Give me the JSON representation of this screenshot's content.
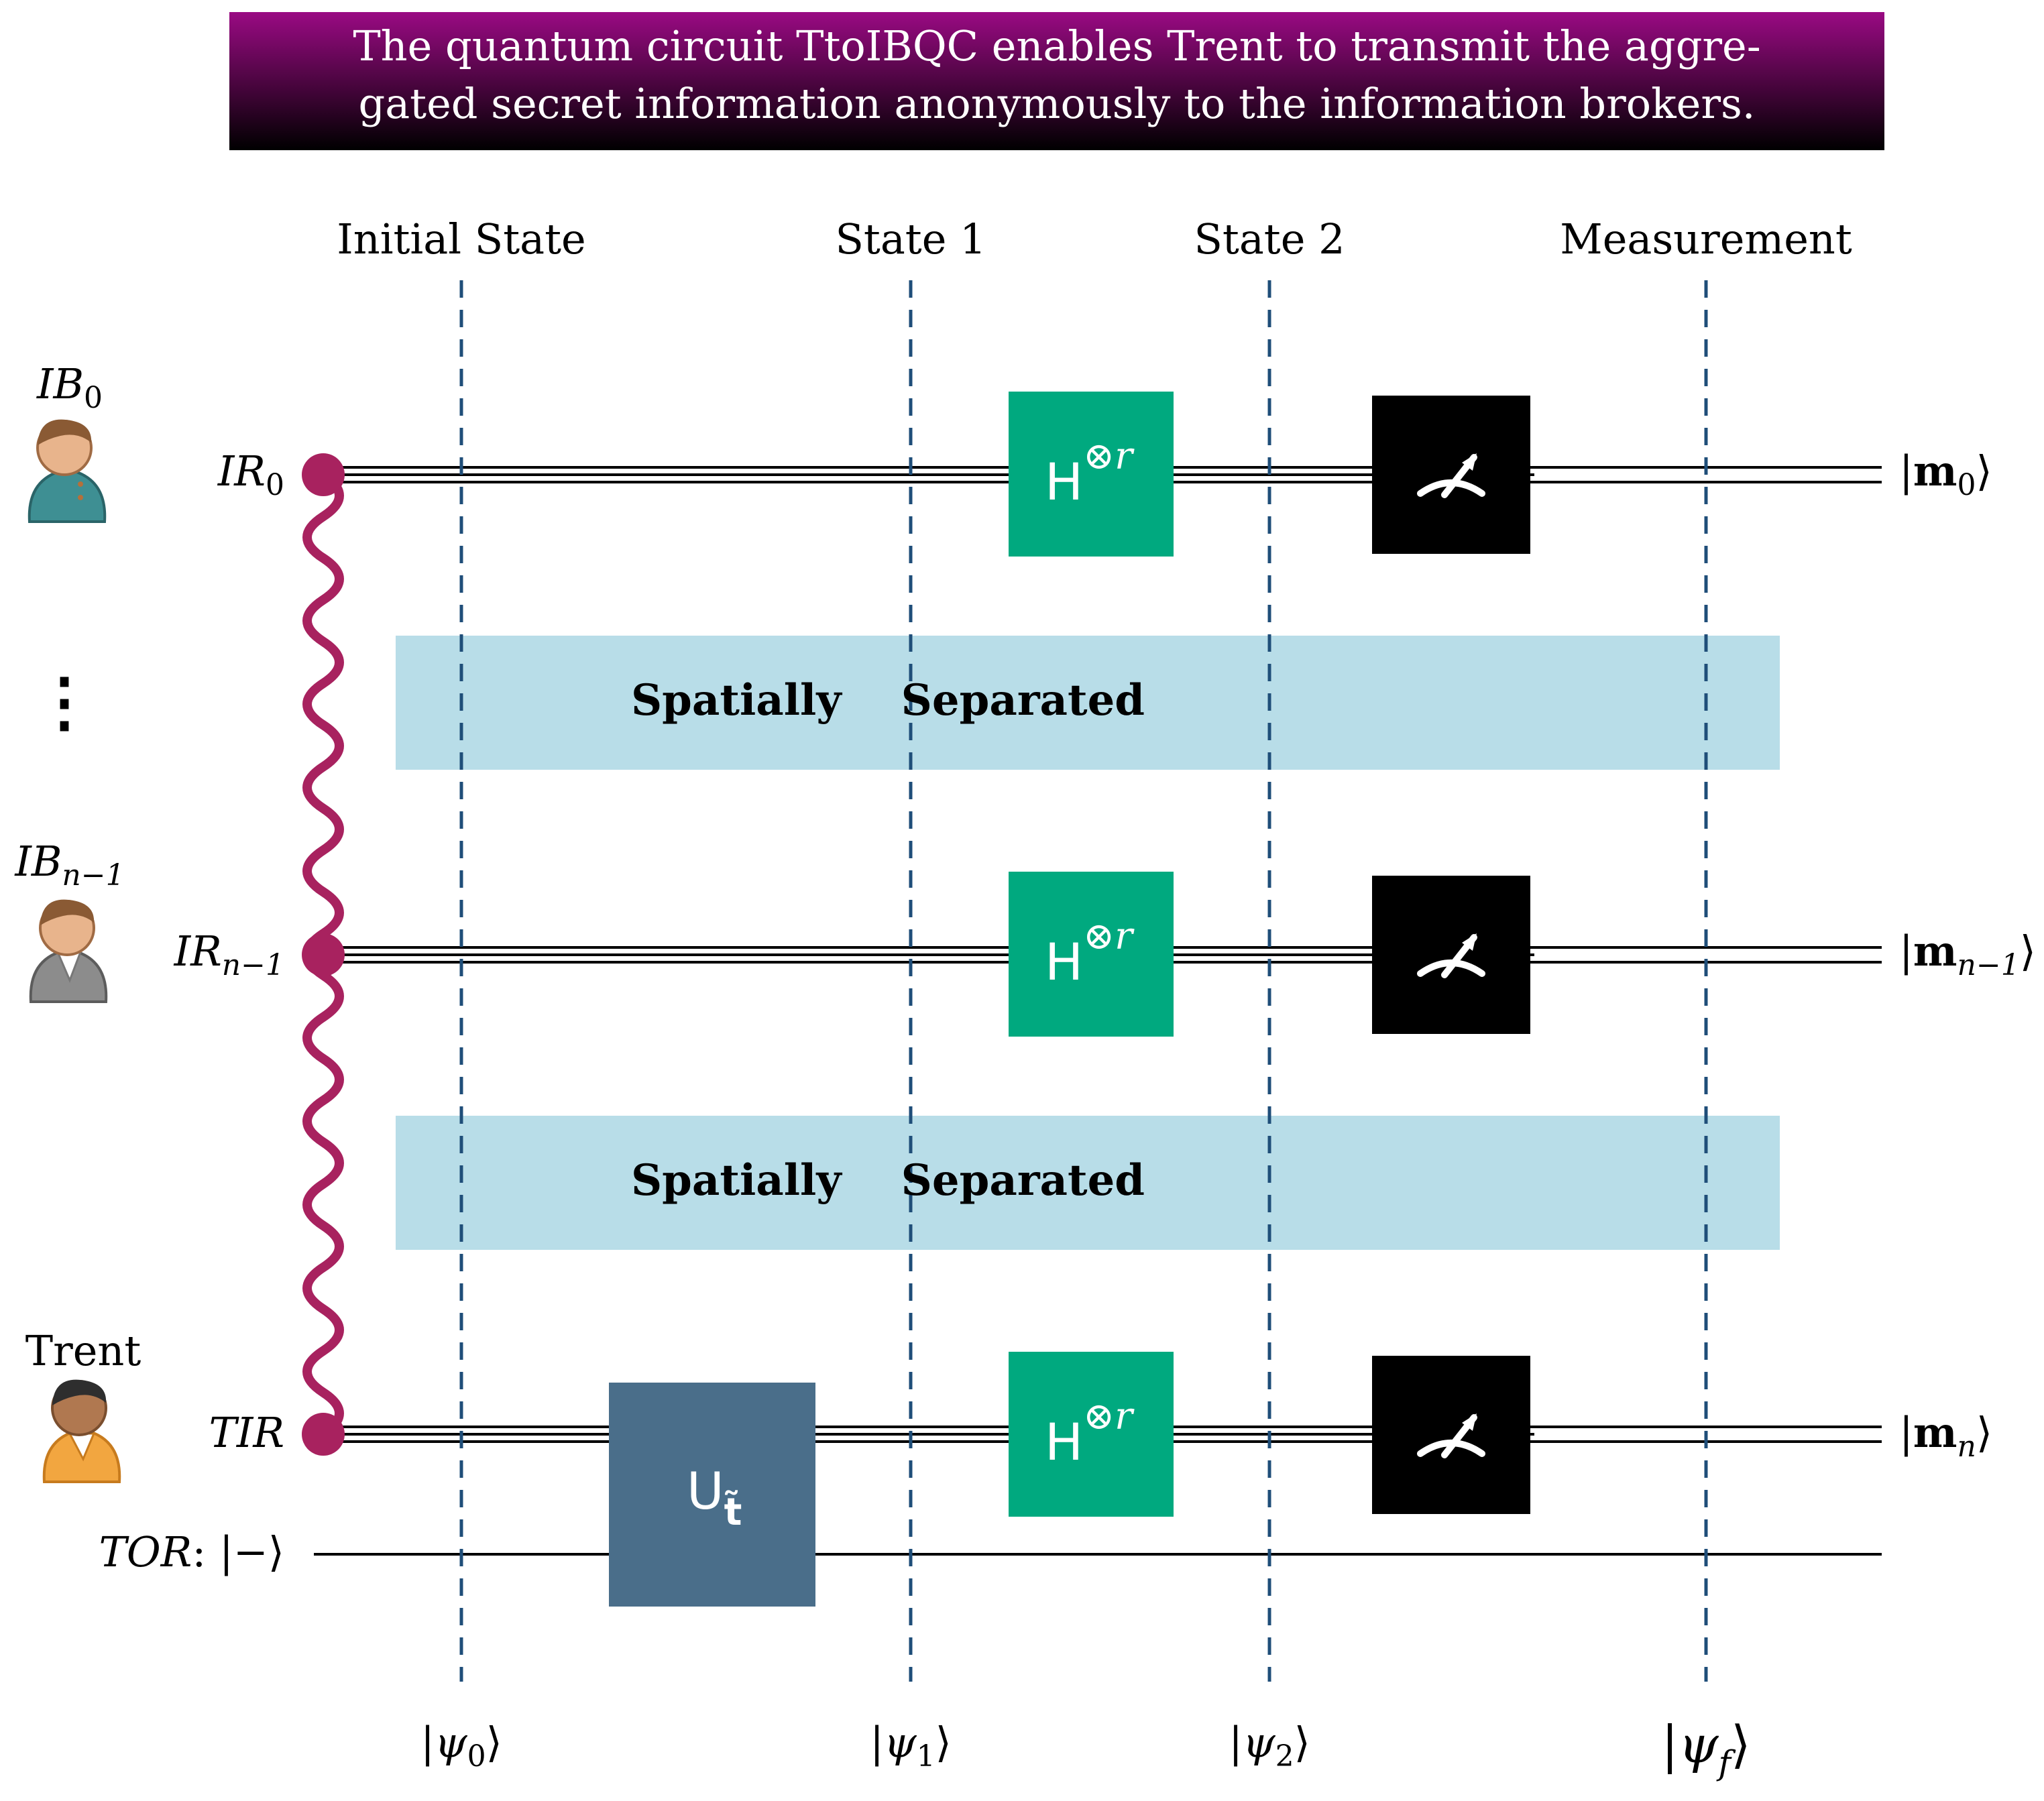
{
  "banner": {
    "line1": "The quantum circuit TtoIBQC enables Trent to transmit the aggre-",
    "line2": "gated secret information anonymously to the information brokers.",
    "gradient_top": "#9a0a83",
    "gradient_bottom": "#000000",
    "text_color": "#ffffff"
  },
  "stages": [
    {
      "label": "Initial State",
      "state_base": "ψ",
      "state_sub": "0"
    },
    {
      "label": "State 1",
      "state_base": "ψ",
      "state_sub": "1"
    },
    {
      "label": "State 2",
      "state_base": "ψ",
      "state_sub": "2"
    },
    {
      "label": "Measurement",
      "state_base": "ψ",
      "state_sub": "f"
    }
  ],
  "participants": [
    {
      "name_base": "IB",
      "name_sub": "0",
      "icon": "person-teal-icon",
      "body_color": "#3e8f93"
    },
    {
      "name_base": "IB",
      "name_sub": "n−1",
      "icon": "person-gray-icon",
      "body_color": "#8c8c8c"
    },
    {
      "name": "Trent",
      "icon": "person-orange-icon",
      "body_color": "#f2a640"
    }
  ],
  "ellipsis": "⋮",
  "registers": [
    {
      "label_base": "IR",
      "label_sub": "0",
      "output_base": "m",
      "output_sub": "0"
    },
    {
      "label_base": "IR",
      "label_sub": "n−1",
      "output_base": "m",
      "output_sub": "n−1"
    },
    {
      "label_base": "TIR",
      "label_sub": "",
      "output_base": "m",
      "output_sub": "n"
    }
  ],
  "ancilla": {
    "label": "TOR",
    "sep": ": ",
    "state": "−"
  },
  "hadamard_gate": {
    "base": "H",
    "sup": "⊗r",
    "color": "#00a97f"
  },
  "oracle_gate": {
    "base": "U",
    "sub": "t̃",
    "color": "#4a6e8a"
  },
  "measure_gate": {
    "color": "#000000",
    "icon": "meter-icon"
  },
  "separator": {
    "label": "Spatially    Separated",
    "color": "#b8dde8"
  },
  "entanglement_color": "#a8225f",
  "guide_color": "#1f4e79"
}
